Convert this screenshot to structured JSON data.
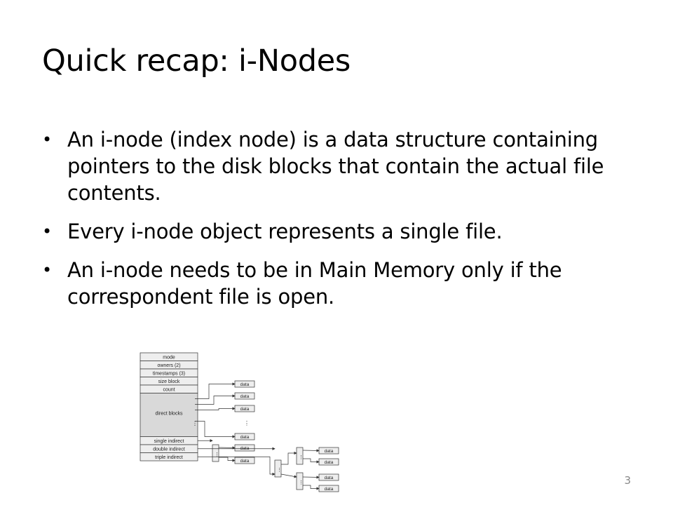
{
  "slide": {
    "title": "Quick recap: i-Nodes",
    "bullets": [
      "An i-node (index node) is a data structure containing pointers to the disk blocks that contain the actual file contents.",
      "Every i-node object represents a single file.",
      "An i-node needs to be in Main Memory only if the correspondent file is open."
    ],
    "page_number": "3"
  },
  "diagram": {
    "inode_fields": [
      "mode",
      "owners (2)",
      "timestamps (3)",
      "size block",
      "count"
    ],
    "direct_label": "direct blocks",
    "indirect_fields": [
      "single indirect",
      "double indirect",
      "triple indirect"
    ],
    "data_label": "data",
    "ellipsis": "⋮"
  },
  "colors": {
    "cell_fill": "#eeeeee",
    "direct_fill": "#d9d9d9",
    "line": "#333333"
  }
}
